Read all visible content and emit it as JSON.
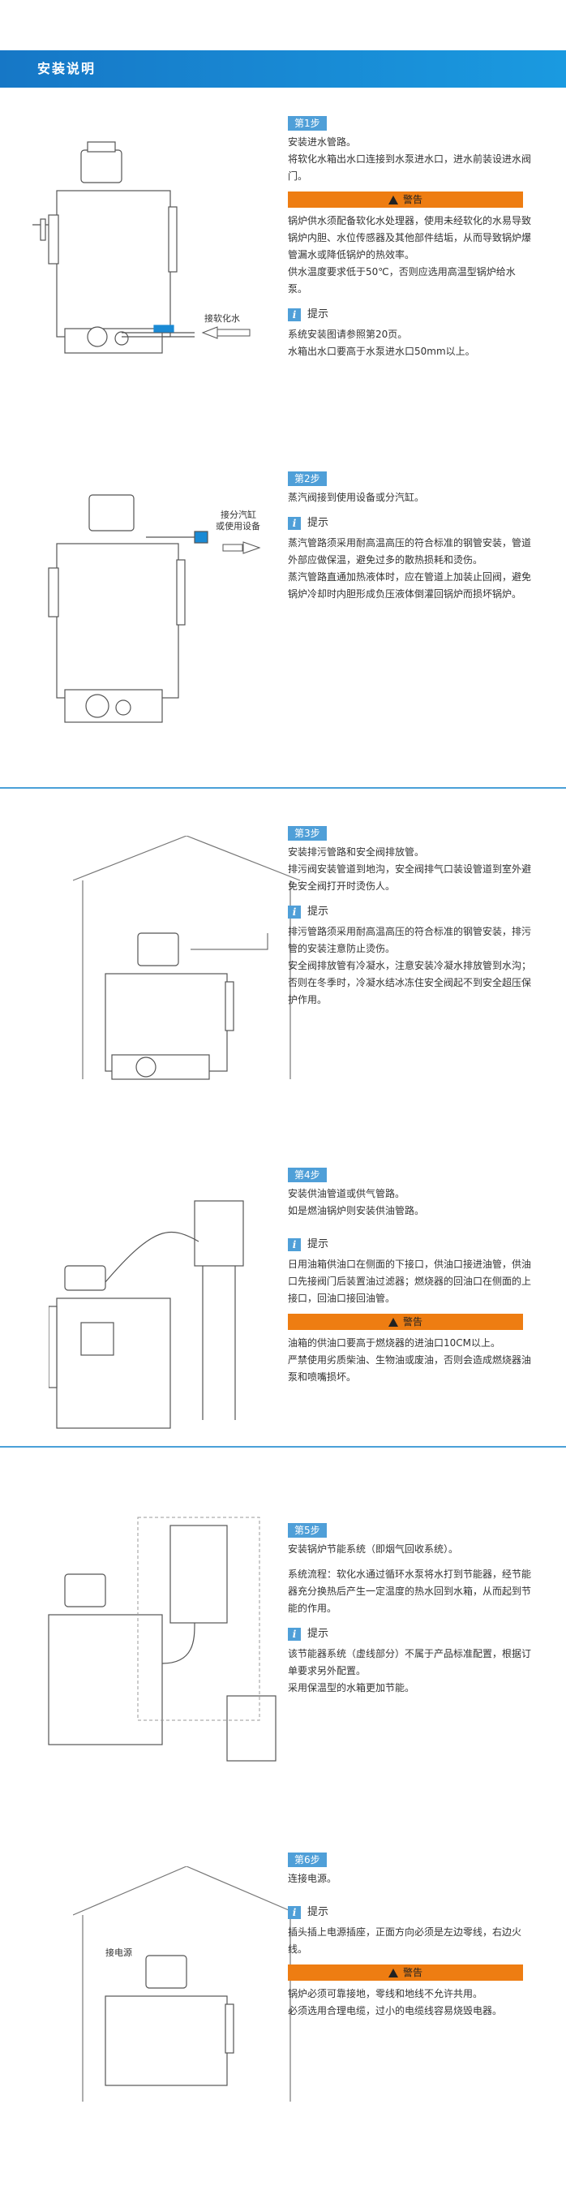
{
  "header": {
    "title": "安装说明"
  },
  "labels": {
    "hint": "提示",
    "warning": "警告"
  },
  "steps": [
    {
      "badge": "第1步",
      "lines": [
        "安装进水管路。",
        "将软化水箱出水口连接到水泵进水口，进水前装设进水阀门。"
      ],
      "warning": [
        "锅炉供水须配备软化水处理器，使用未经软化的水易导致锅炉内胆、水位传感器及其他部件结垢，从而导致锅炉爆管漏水或降低锅炉的热效率。",
        "供水温度要求低于50℃，否则应选用高温型锅炉给水泵。"
      ],
      "hint": [
        "系统安装图请参照第20页。",
        "水箱出水口要高于水泵进水口50mm以上。"
      ],
      "illus_label": "接软化水"
    },
    {
      "badge": "第2步",
      "lines": [
        "蒸汽阀接到使用设备或分汽缸。"
      ],
      "hint": [
        "蒸汽管路须采用耐高温高压的符合标准的钢管安装，管道外部应做保温，避免过多的散热损耗和烫伤。",
        "蒸汽管路直通加热液体时，应在管道上加装止回阀，避免锅炉冷却时内胆形成负压液体倒灌回锅炉而损坏锅炉。"
      ],
      "illus_label_1": "接分汽缸",
      "illus_label_2": "或使用设备"
    },
    {
      "badge": "第3步",
      "lines": [
        "安装排污管路和安全阀排放管。",
        "排污阀安装管道到地沟，安全阀排气口装设管道到室外避免安全阀打开时烫伤人。"
      ],
      "hint": [
        "排污管路须采用耐高温高压的符合标准的钢管安装，排污管的安装注意防止烫伤。",
        "安全阀排放管有冷凝水，注意安装冷凝水排放管到水沟；否则在冬季时，冷凝水结冰冻住安全阀起不到安全超压保护作用。"
      ]
    },
    {
      "badge": "第4步",
      "lines": [
        "安装供油管道或供气管路。",
        "如是燃油锅炉则安装供油管路。"
      ],
      "hint": [
        "日用油箱供油口在侧面的下接口，供油口接进油管，供油口先接阀门后装置油过滤器；燃烧器的回油口在侧面的上接口，回油口接回油管。"
      ],
      "warning": [
        "油箱的供油口要高于燃烧器的进油口10CM以上。",
        "严禁使用劣质柴油、生物油或废油，否则会造成燃烧器油泵和喷嘴损坏。"
      ]
    },
    {
      "badge": "第5步",
      "lines": [
        "安装锅炉节能系统（即烟气回收系统）。"
      ],
      "system": "系统流程：软化水通过循环水泵将水打到节能器，经节能器充分换热后产生一定温度的热水回到水箱，从而起到节能的作用。",
      "hint": [
        "该节能器系统（虚线部分）不属于产品标准配置，根据订单要求另外配置。",
        "采用保温型的水箱更加节能。"
      ]
    },
    {
      "badge": "第6步",
      "lines": [
        "连接电源。"
      ],
      "hint": [
        "插头插上电源插座，正面方向必须是左边零线，右边火线。"
      ],
      "warning": [
        "锅炉必须可靠接地，零线和地线不允许共用。",
        "必须选用合理电缆，过小的电缆线容易烧毁电器。"
      ],
      "illus_label": "接电源"
    }
  ],
  "colors": {
    "header": "#1a8ad4",
    "badge": "#4f9fd8",
    "warning": "#ee7d12",
    "separator": "#4aa0d8"
  }
}
